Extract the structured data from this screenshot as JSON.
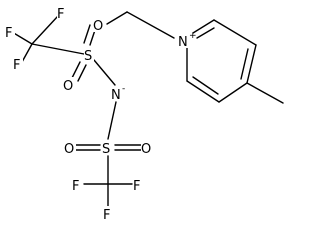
{
  "atoms": {
    "pyridinium_n": "N",
    "pyridinium_charge": "+",
    "imide_n": "N",
    "imide_charge": "-",
    "sulfur": "S",
    "oxygen": "O",
    "fluorine": "F"
  },
  "colors": {
    "bond": "#000000",
    "background": "#ffffff"
  }
}
